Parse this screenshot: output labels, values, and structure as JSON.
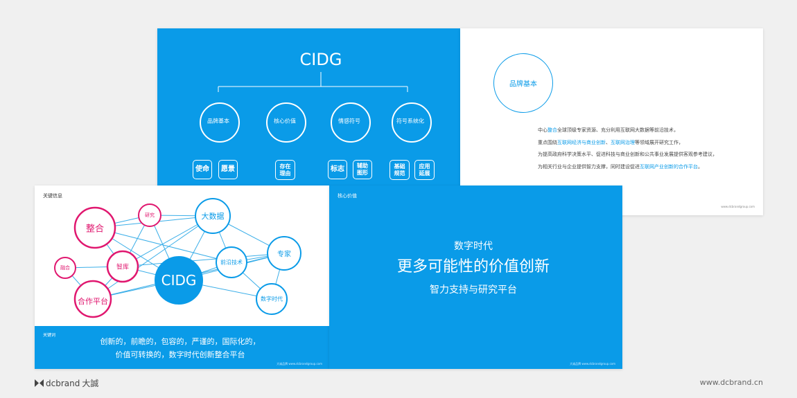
{
  "colors": {
    "blue": "#0a9be8",
    "magenta": "#e0176f",
    "page": "#f0f0f0"
  },
  "slide1": {
    "title": "CIDG",
    "circles": [
      "品牌基本",
      "核心价值",
      "情感符号",
      "符号系统化"
    ],
    "boxes": [
      "使命",
      "愿景",
      "存在\n理由",
      "标志",
      "辅助\n图形",
      "基础\n规范",
      "应用\n延展"
    ]
  },
  "slide2": {
    "circle_label": "品牌基本",
    "lines": [
      {
        "a": "中心",
        "h": "整合",
        "b": "全球顶级专家资源、充分利用互联网大数据等前沿技术，"
      },
      {
        "a": "重点围绕",
        "h": "互联网经济与商业创新",
        "b": "、",
        "h2": "互联网治理",
        "b2": "等领域展开研究工作，"
      },
      {
        "a": "为提高政府科学决策水平、促进科技与商业创新和公共事业发展提供客观参考建议，",
        "h": "",
        "b": ""
      },
      {
        "a": "为相关行业与企业提供智力支撑，同时建设促进",
        "h": "互联网产业创新的合作平台",
        "b": "。"
      }
    ],
    "footer": "www.dcbrandgroup.com"
  },
  "slide3": {
    "header": "关键信息",
    "nodes": {
      "center": "CIDG",
      "zhenghe": "整合",
      "yanjiu": "研究",
      "dashuju": "大数据",
      "zhuanjia": "专家",
      "qianyan": "前沿技术",
      "zhiku": "智库",
      "ronghe": "融合",
      "hezuo": "合作平台",
      "shuzi": "数字时代"
    },
    "keyword_label": "关键词",
    "keyword_line1": "创新的，前瞻的，包容的，严谨的，国际化的，",
    "keyword_line2": "价值可转换的，数字时代创新整合平台",
    "footer": "大诚品牌  www.dcbrandgroup.com"
  },
  "slide4": {
    "header": "核心价值",
    "line1": "数字时代",
    "line2": "更多可能性的价值创新",
    "line3": "智力支持与研究平台",
    "footer": "大诚品牌  www.dcbrandgroup.com"
  },
  "footer": {
    "logo_text": "dcbrand",
    "logo_cn": "大誠",
    "url": "www.dcbrand.cn"
  }
}
